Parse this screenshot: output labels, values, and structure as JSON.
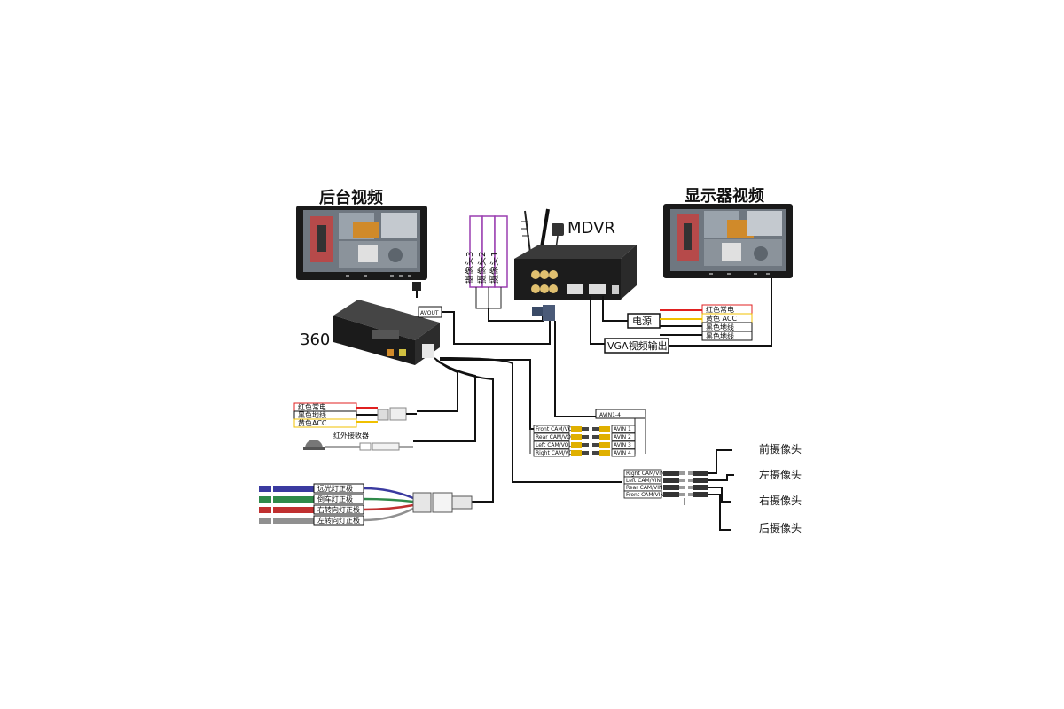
{
  "titles": {
    "back_video": "后台视频",
    "display_video": "显示器视频",
    "mdvr": "MDVR",
    "unit_360": "360"
  },
  "mdvr_inputs": [
    "摄像头1",
    "摄像头2",
    "摄像头3"
  ],
  "labels": {
    "avout": "AVOUT",
    "power": "电源",
    "vga": "VGA视频输出",
    "avin": "AVIN1-4",
    "ir_receiver": "红外接收器"
  },
  "mdvr_power_wires": [
    {
      "text": "红色常电",
      "color": "#e02020"
    },
    {
      "text": "黄色 ACC",
      "color": "#f0c000"
    },
    {
      "text": "黑色地线",
      "color": "#111111"
    },
    {
      "text": "黑色地线",
      "color": "#111111"
    }
  ],
  "power_360_wires": [
    {
      "text": "红色常电",
      "color": "#e02020"
    },
    {
      "text": "黑色地线",
      "color": "#111111"
    },
    {
      "text": "黄色ACC",
      "color": "#f0c000"
    }
  ],
  "signal_wires": [
    {
      "text": "远光灯正极",
      "color": "#3a3aa0"
    },
    {
      "text": "倒车灯正极",
      "color": "#2f8a4a"
    },
    {
      "text": "右转向灯正极",
      "color": "#c03030"
    },
    {
      "text": "左转向灯正极",
      "color": "#909090"
    }
  ],
  "cam_out_ports": [
    "Front CAM/VOUT",
    "Rear CAM/VOUT",
    "Left CAM/VOUT",
    "Right CAM/VOUT"
  ],
  "avin_ports": [
    "AVIN 1",
    "AVIN 2",
    "AVIN 3",
    "AVIN 4"
  ],
  "cam_in_ports": [
    "Right CAM/VIN",
    "Left CAM/VIN",
    "Rear CAM/VIN",
    "Front CAM/VIN"
  ],
  "cameras": [
    "前摄像头",
    "左摄像头",
    "右摄像头",
    "后摄像头"
  ],
  "colors": {
    "wire": "#111111",
    "monitor": "#1a1a1a",
    "rca_yellow": "#e0b000"
  }
}
